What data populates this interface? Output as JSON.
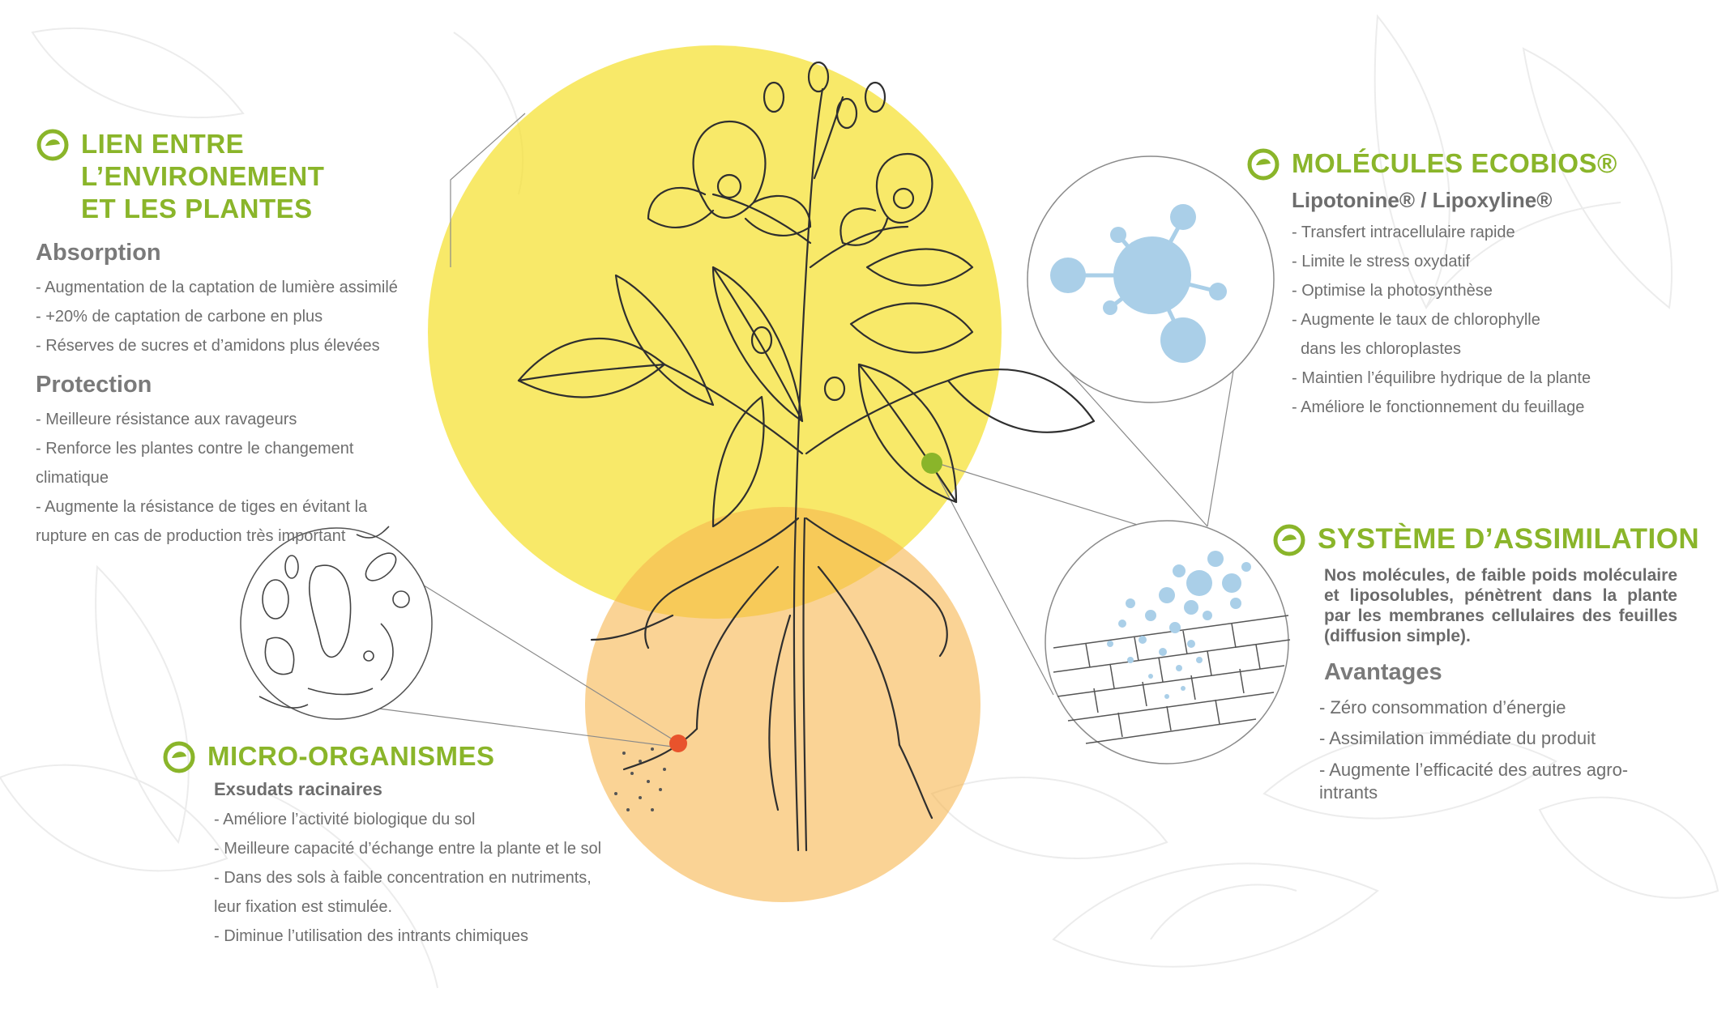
{
  "colors": {
    "accent_green": "#8ab52a",
    "circle_yellow": "#f5e12f",
    "circle_orange": "#f6be63",
    "molecule_blue": "#aacfe8",
    "marker_green": "#8ab52a",
    "marker_red": "#e8532c",
    "text_gray": "#6e6e6e"
  },
  "icons": {
    "brand_logo": "ecobios-e-logo",
    "plant": "plant-illustration",
    "molecule": "molecule-icon",
    "microorganisms": "microorganisms-icon",
    "cell_wall": "cell-wall-icon"
  },
  "sections": {
    "environment": {
      "title": "LIEN ENTRE L’ENVIRONEMENT\nET LES PLANTES",
      "absorption": {
        "title": "Absorption",
        "items": [
          "- Augmentation de la captation de lumière assimilé",
          "- +20% de captation de carbone en plus",
          "- Réserves de sucres et d’amidons plus élevées"
        ]
      },
      "protection": {
        "title": "Protection",
        "items": [
          "- Meilleure résistance aux ravageurs",
          "- Renforce les plantes contre le changement climatique",
          "- Augmente la résistance de tiges en évitant la rupture en cas de production très important"
        ]
      }
    },
    "molecules": {
      "title": "MOLÉCULES ECOBIOS®",
      "subtitle": "Lipotonine® /  Lipoxyline®",
      "items": [
        "- Transfert intracellulaire rapide",
        "- Limite le stress oxydatif",
        "- Optimise la photosynthèse",
        "- Augmente le taux de chlorophylle",
        "  dans les chloroplastes",
        "- Maintien l’équilibre hydrique de la plante",
        "- Améliore le fonctionnement du feuillage"
      ]
    },
    "assimilation": {
      "title": "SYSTÈME D’ASSIMILATION",
      "paragraph": "Nos molécules, de faible poids moléculaire et liposolubles, pénètrent dans la plante par les membranes cellulaires des feuilles (diffusion simple).",
      "advantages": {
        "title": "Avantages",
        "items": [
          "- Zéro consommation d’énergie",
          "- Assimilation immédiate du produit",
          "- Augmente l’efficacité des autres agro-intrants"
        ]
      }
    },
    "micro": {
      "title": "MICRO-ORGANISMES",
      "subtitle": "Exsudats racinaires",
      "items": [
        "- Améliore l’activité biologique du sol",
        "- Meilleure capacité d’échange entre la plante et le sol",
        "- Dans des sols à faible concentration en nutriments,",
        "leur fixation est stimulée.",
        "- Diminue l’utilisation des intrants chimiques"
      ]
    }
  }
}
